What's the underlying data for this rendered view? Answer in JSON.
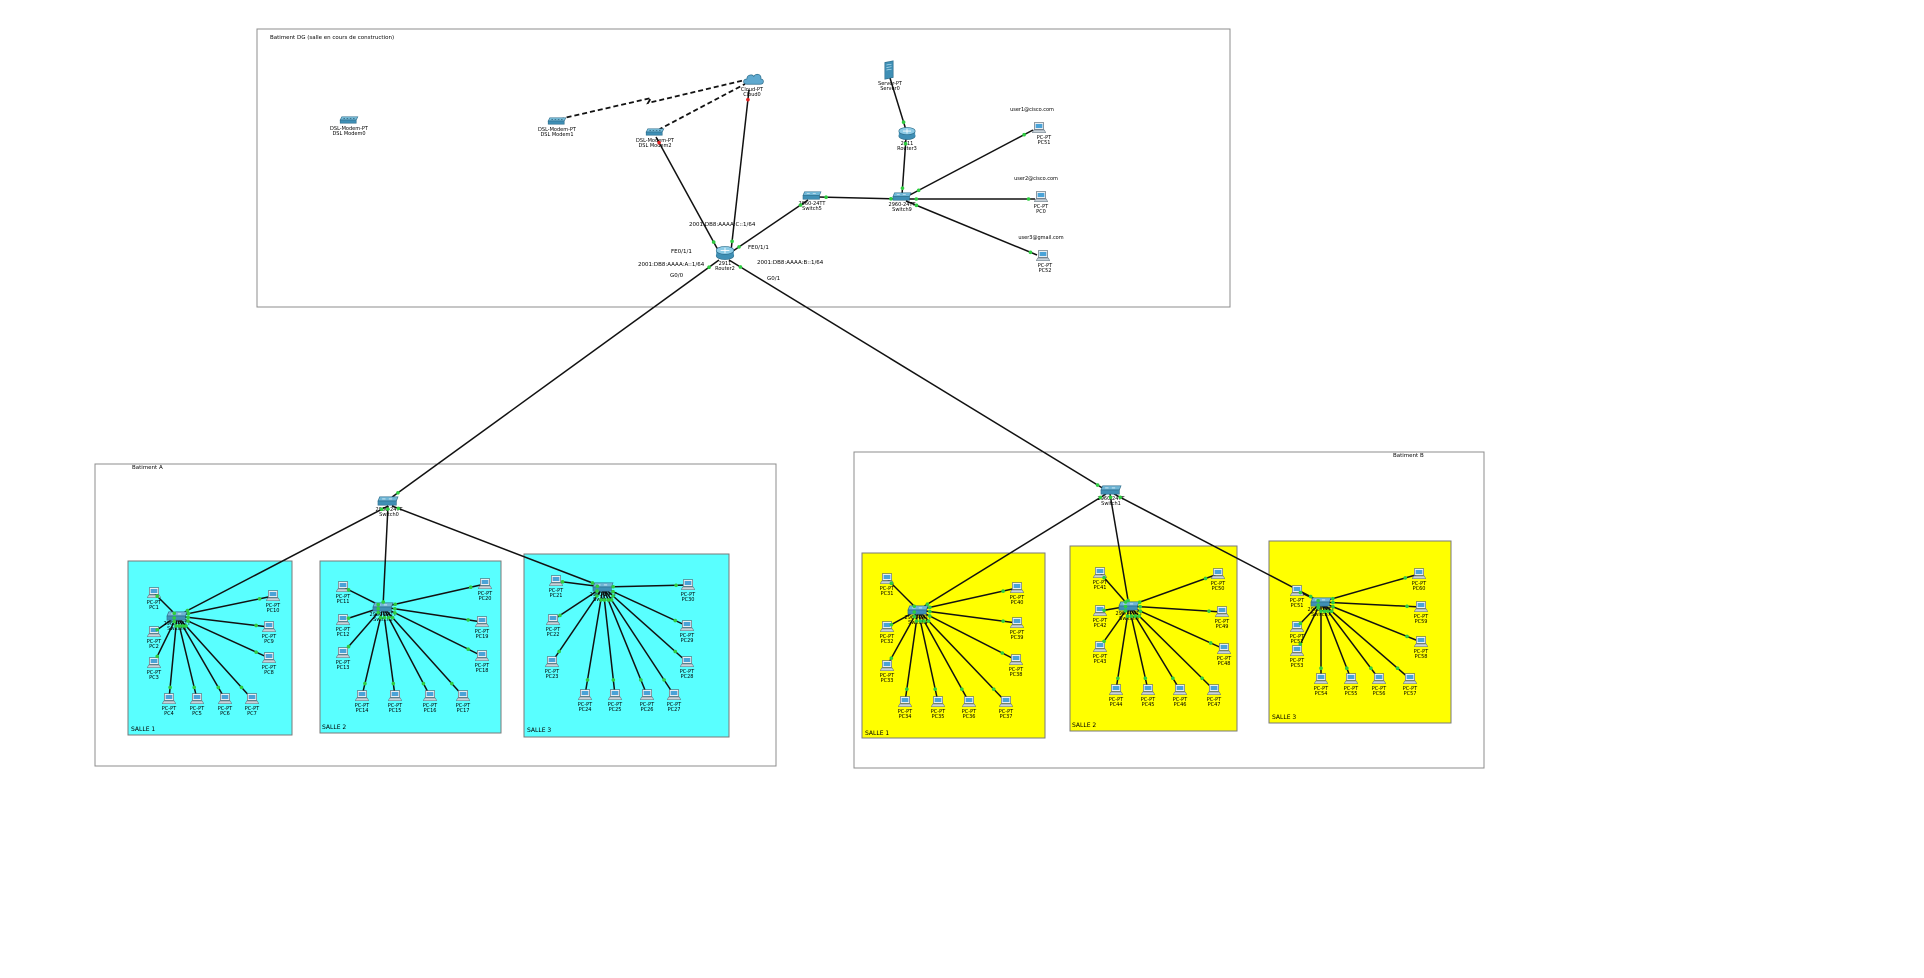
{
  "areas": {
    "dg": {
      "title": "Batiment DG (salle en cours de construction)"
    },
    "a": {
      "title": "Batiment A"
    },
    "b": {
      "title": "Batiment B"
    }
  },
  "rooms": {
    "a1": {
      "title": "SALLE 1",
      "color": "#59ffff"
    },
    "a2": {
      "title": "SALLE 2",
      "color": "#59ffff"
    },
    "a3": {
      "title": "SALLE 3",
      "color": "#59ffff"
    },
    "b1": {
      "title": "SALLE 1",
      "color": "#ffff00"
    },
    "b2": {
      "title": "SALLE 2",
      "color": "#ffff00"
    },
    "b3": {
      "title": "SALLE 3",
      "color": "#ffff00"
    }
  },
  "devices": {
    "dslm0": {
      "model": "DSL-Modem-PT",
      "name": "DSL Modem0"
    },
    "dslm1": {
      "model": "DSL-Modem-PT",
      "name": "DSL Modem1"
    },
    "dslm2": {
      "model": "DSL-Modem-PT",
      "name": "DSL Modem2"
    },
    "cloud0": {
      "model": "Cloud-PT",
      "name": "Cloud0"
    },
    "server0": {
      "model": "Server-PT",
      "name": "Server0"
    },
    "router3": {
      "model": "2911",
      "name": "Router3"
    },
    "router2": {
      "model": "2911",
      "name": "Router2"
    },
    "switch5": {
      "model": "2960-24TT",
      "name": "Switch5"
    },
    "switch9": {
      "model": "2960-24TT",
      "name": "Switch9"
    },
    "pc51": {
      "model": "PC-PT",
      "name": "PC51"
    },
    "pc0": {
      "model": "PC-PT",
      "name": "PC0"
    },
    "pc52": {
      "model": "PC-PT",
      "name": "PC52"
    },
    "switch0": {
      "model": "2960-24TT",
      "name": "Switch0"
    },
    "switch1": {
      "model": "2960-24TT",
      "name": "Switch1"
    },
    "sa1": {
      "model": "2960-24TT",
      "name": "Switch1"
    },
    "sa2": {
      "model": "2960-24TT",
      "name": "Switch2"
    },
    "sa3": {
      "model": "2960-24TT",
      "name": "Switch3"
    },
    "sb1": {
      "model": "2960-24TT",
      "name": "Switch4"
    },
    "sb2": {
      "model": "2960-24TT",
      "name": "Switch6"
    },
    "sb3": {
      "model": "2960-24TT",
      "name": "Switch7"
    }
  },
  "emails": {
    "pc51": "user1@cisco.com",
    "pc0": "user2@cisco.com",
    "pc52": "user3@gmail.com"
  },
  "interfaces": {
    "addr_c": "2001:DB8:AAAA:C::1/64",
    "addr_a": "2001:DB8:AAAA:A::1/64",
    "addr_b": "2001:DB8:AAAA:B::1/64",
    "fe_left": "FE0/1/1",
    "fe_right": "FE0/1/1",
    "g00": "G0/0",
    "g01": "G0/1"
  },
  "rooms_pcs": {
    "a1": [
      "PC1",
      "PC2",
      "PC3",
      "PC4",
      "PC5",
      "PC6",
      "PC7",
      "PC8",
      "PC9",
      "PC10"
    ],
    "a2": [
      "PC11",
      "PC12",
      "PC13",
      "PC14",
      "PC15",
      "PC16",
      "PC17",
      "PC18",
      "PC19",
      "PC20"
    ],
    "a3": [
      "PC21",
      "PC22",
      "PC23",
      "PC24",
      "PC25",
      "PC26",
      "PC27",
      "PC28",
      "PC29",
      "PC30"
    ],
    "b1": [
      "PC31",
      "PC32",
      "PC33",
      "PC34",
      "PC35",
      "PC36",
      "PC37",
      "PC38",
      "PC39",
      "PC40"
    ],
    "b2": [
      "PC41",
      "PC42",
      "PC43",
      "PC44",
      "PC45",
      "PC46",
      "PC47",
      "PC48",
      "PC49",
      "PC50"
    ],
    "b3": [
      "PC51",
      "PC52",
      "PC53",
      "PC54",
      "PC55",
      "PC56",
      "PC57",
      "PC58",
      "PC59",
      "PC60"
    ]
  },
  "pc_model": "PC-PT",
  "colors": {
    "link": "#111111",
    "port_up": "#2ecc40",
    "port_down": "#e02020",
    "device": "#3f8fb5"
  }
}
